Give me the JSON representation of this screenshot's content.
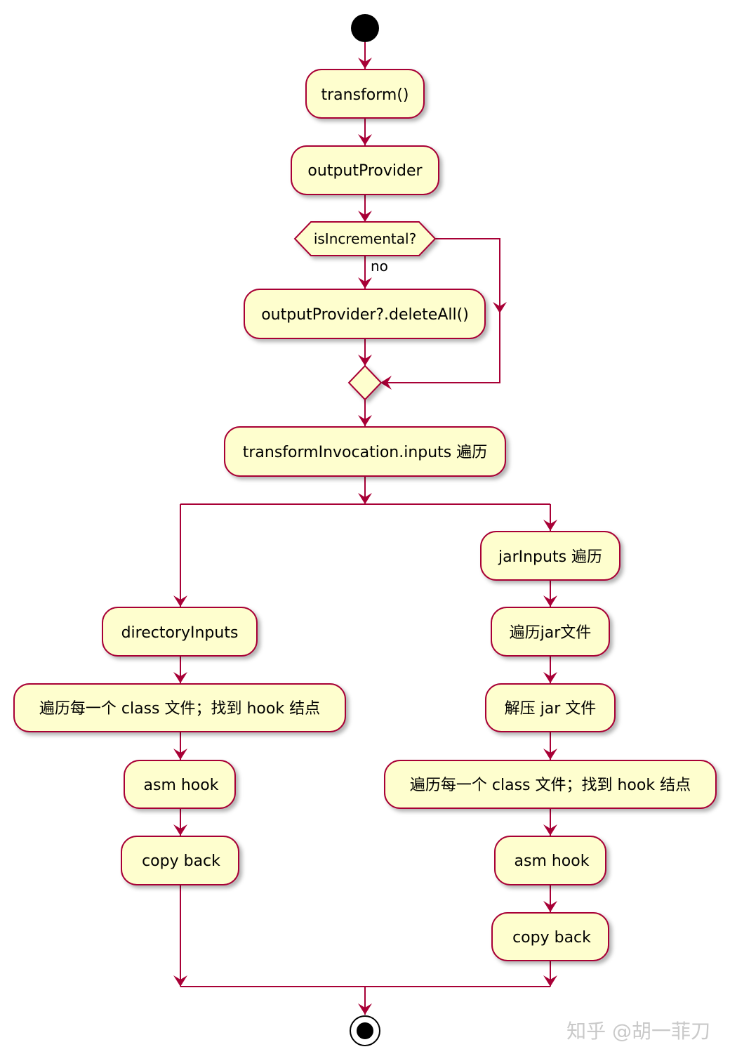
{
  "diagram": {
    "colors": {
      "fill": "#fefece",
      "stroke": "#a80036",
      "start": "#000000"
    },
    "nodes": {
      "transform": "transform()",
      "output_provider": "outputProvider",
      "is_incremental": "isIncremental?",
      "delete_all": "outputProvider?.deleteAll()",
      "inputs_loop": "transformInvocation.inputs 遍历",
      "jar_inputs": "jarInputs 遍历",
      "directory_inputs": "directoryInputs",
      "dir_traverse": "遍历每一个 class 文件；找到 hook 结点",
      "dir_asm": "asm hook",
      "dir_copy": "copy back",
      "jar_traverse": "遍历jar文件",
      "jar_unzip": "解压 jar 文件",
      "jar_class_traverse": "遍历每一个 class 文件；找到 hook 结点",
      "jar_asm": "asm hook",
      "jar_copy": "copy back"
    },
    "edge_labels": {
      "no": "no"
    }
  },
  "watermark": "知乎 @胡一菲刀"
}
